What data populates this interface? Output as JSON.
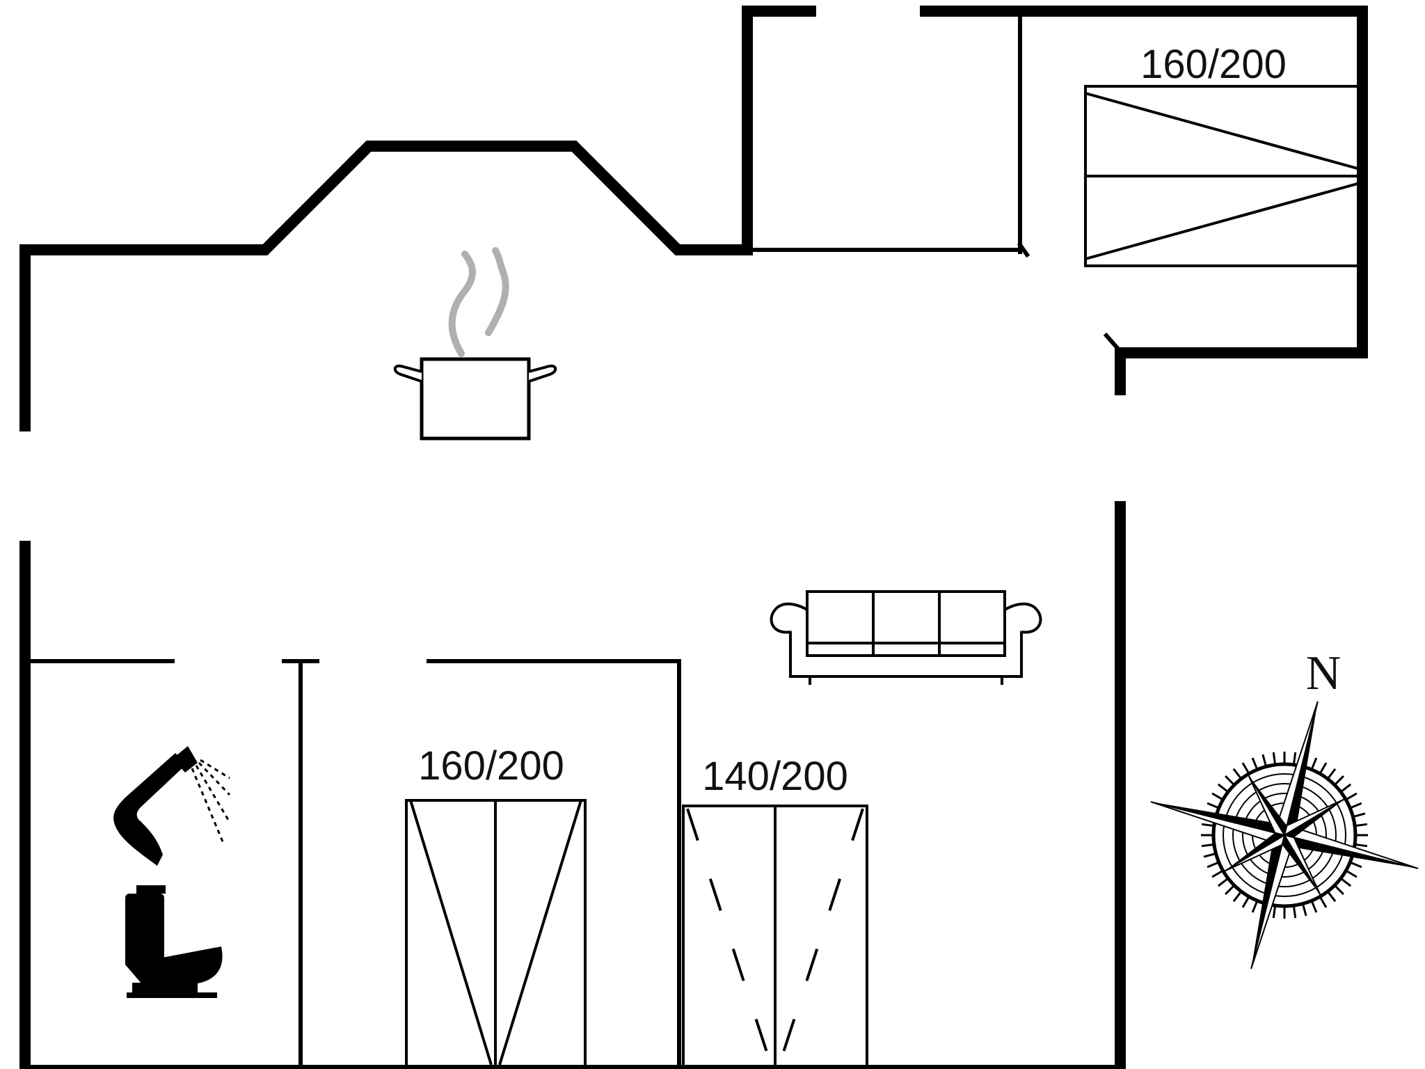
{
  "beds": [
    {
      "label": "160/200"
    },
    {
      "label": "160/200"
    },
    {
      "label": "140/200"
    }
  ],
  "compass": {
    "north_label": "N"
  },
  "icons": [
    "cooking-pot-icon",
    "sofa-icon",
    "shower-icon",
    "toilet-icon",
    "compass-rose-icon"
  ],
  "colors": {
    "wall": "#000000",
    "background": "#ffffff",
    "steam": "#b0b0b0"
  }
}
